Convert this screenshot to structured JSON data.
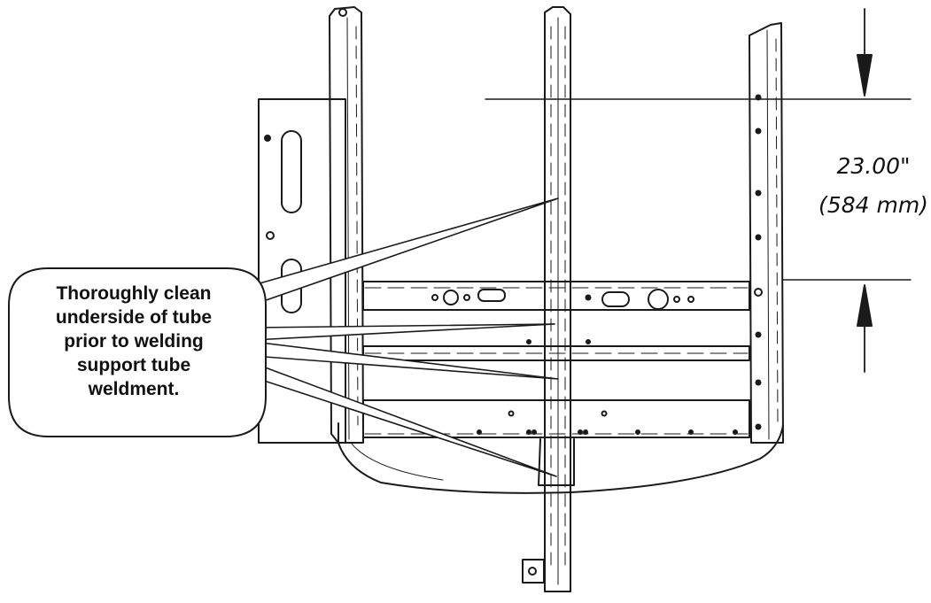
{
  "callout": {
    "lines": [
      "Thoroughly clean",
      "underside of tube",
      "prior to welding",
      "support tube",
      "weldment."
    ]
  },
  "dimension": {
    "imperial": "23.00\"",
    "metric": "(584 mm)"
  },
  "colors": {
    "line": "#1a1a1a",
    "leader_fill": "#ffffff"
  }
}
